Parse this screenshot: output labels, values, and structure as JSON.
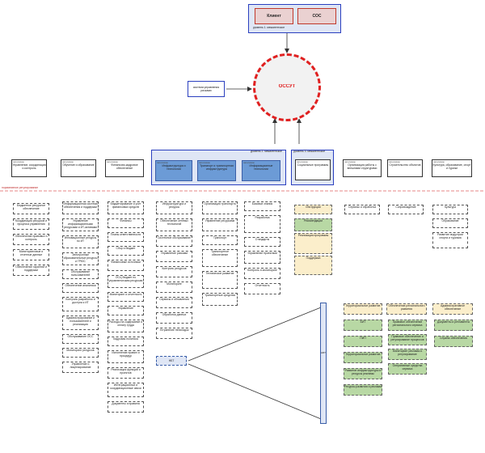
{
  "top": {
    "left_label": "Клиент",
    "right_label": "СОС",
    "panel_label": "уровень 1. межагентское"
  },
  "center": {
    "label": "ОССУТ",
    "side_box": "система управления рисками"
  },
  "level_labels": {
    "level2": "уровень 2. межагентское",
    "level3": "уровень 3. межагентское",
    "divider_left": "нормативное регулирование"
  },
  "columns": [
    {
      "prefix": "заголовок",
      "title": "Управление, координация и контроль",
      "items": [
        "Бюджетное ресурсное обеспечение",
        "Координация ресурсов и процесса управления",
        "Обеспечение правовых и контроль",
        "Мониторинговые и отчетные данные",
        "Обеспечение гарантий и поддержки"
      ]
    },
    {
      "prefix": "заголовок",
      "title": "Обучение и образование",
      "items": [
        "Информационная система обеспечения и поддержки",
        "Управление информационными ресурсами и ИТ-активами",
        "Инновационные ресурсы по ИТ",
        "Электронные образовательные ресурсы и ГРЮС",
        "Обслуживание пользователей",
        "Обеспечение аналитики",
        "Контроль разработок и доступа к ИТ",
        "Администрирование и пользователей и реализация",
        "Обслуживание ОСС",
        "Мониторинг ресурсов",
        "Управление и лицензирование"
      ]
    },
    {
      "prefix": "заголовок",
      "title": "Финансово-кадровое обеспечение",
      "items": [
        "Бюджетирование и учет финансовых средств",
        "Финансы",
        "Планы ответственности",
        "Сбор и бюджет",
        "Финансовые источники",
        "ОСЦ бюджет по управленческим ресурсам",
        "Мониторинг и отчетность",
        "Управление",
        "Расходы на содержание и оплату труда",
        "Кадровая политика",
        "Исполнение правил и процедур",
        "Реализация функций и проектов",
        "Интеграционные и координационные связи",
        "Документы и правила"
      ]
    },
    {
      "prefix": "заголовок",
      "title": "Инфраструктура и технологии",
      "items": [
        "Инфраструктура и ресурсы",
        "Обеспечение сетевых технологий",
        "Системное обслуживание",
        "Управление рисками",
        "Контроль ресурсов",
        "Мониторинг",
        "Сервисы и обновления",
        "Обработка данных",
        "Устранение неполадок"
      ]
    },
    {
      "prefix": "заголовок",
      "title": "Транспорт и транспортная инфраструктура",
      "items": [
        "Организация транспорта",
        "Управление ресурсами",
        "Транспорт",
        "Транспортное обеспечение",
        "Техническое развитие",
        "Транспортные средства"
      ]
    },
    {
      "prefix": "заголовок",
      "title": "Информационные технологии",
      "items": [
        "Базовые знания",
        "Разработка",
        "Стандарты",
        "Управление проектами",
        "Контроль и мониторинг",
        "Отчетность"
      ]
    },
    {
      "prefix": "заголовок",
      "title": "Социальные программы",
      "items": [
        "Инструкции",
        "Рекомендации",
        "Реализация программы",
        "Поддержка"
      ]
    },
    {
      "prefix": "заголовок",
      "title": "Организация работы с внешними структурами",
      "items": [
        "Сервисы и обработка"
      ]
    },
    {
      "prefix": "заголовок",
      "title": "Строительство объектов",
      "items": [
        "Сопровождение"
      ]
    },
    {
      "prefix": "заголовок",
      "title": "Культура, образование, спорт и туризм",
      "items": [
        "Культура",
        "Образование",
        "Развитие индустрии спорта и туризма"
      ]
    }
  ],
  "detail": {
    "small_box": "НБТ",
    "side_label": "НБТ",
    "groups": [
      {
        "title": "Территориальное развитие",
        "items": [
          "БИТ",
          "ПИП",
          "Территориальное развитие",
          "Развитие инфраструктуры и ресурсы рекламы",
          "Ресурсы развития и реклама"
        ]
      },
      {
        "title": "Обеспечение регионального развития",
        "items": [
          "Правовое обеспечение регионального сервиса",
          "Правовое обеспечение и регулирование процессов",
          "Мониторинг рекламы и регулирование",
          "Оперативные средства сервиса"
        ]
      },
      {
        "title": "Административное обеспечение",
        "items": [
          "Документы и регламенты",
          "Службы обеспечения"
        ]
      }
    ]
  }
}
